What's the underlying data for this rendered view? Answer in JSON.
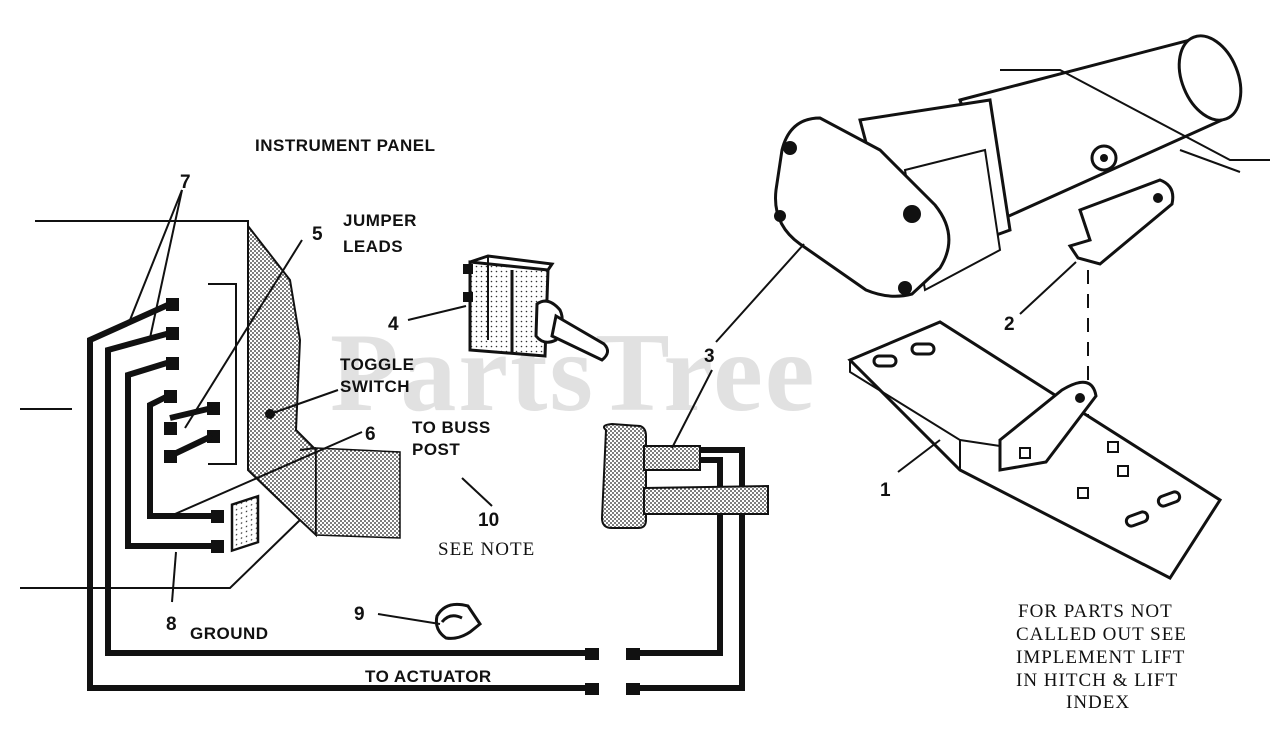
{
  "watermark": "PartsTree",
  "labels": {
    "instrument_panel": "INSTRUMENT PANEL",
    "jumper_1": "JUMPER",
    "jumper_2": "LEADS",
    "toggle_1": "TOGGLE",
    "toggle_2": "SWITCH",
    "buss_1": "TO BUSS",
    "buss_2": "POST",
    "see_note": "SEE NOTE",
    "ground": "GROUND",
    "to_actuator": "TO ACTUATOR"
  },
  "callouts": {
    "c1": "1",
    "c2": "2",
    "c3": "3",
    "c4": "4",
    "c5": "5",
    "c6": "6",
    "c7": "7",
    "c8": "8",
    "c9": "9",
    "c10": "10"
  },
  "note": {
    "line1": "FOR PARTS NOT",
    "line2": "CALLED OUT SEE",
    "line3": "IMPLEMENT LIFT",
    "line4": "IN HITCH & LIFT",
    "line5": "INDEX"
  }
}
